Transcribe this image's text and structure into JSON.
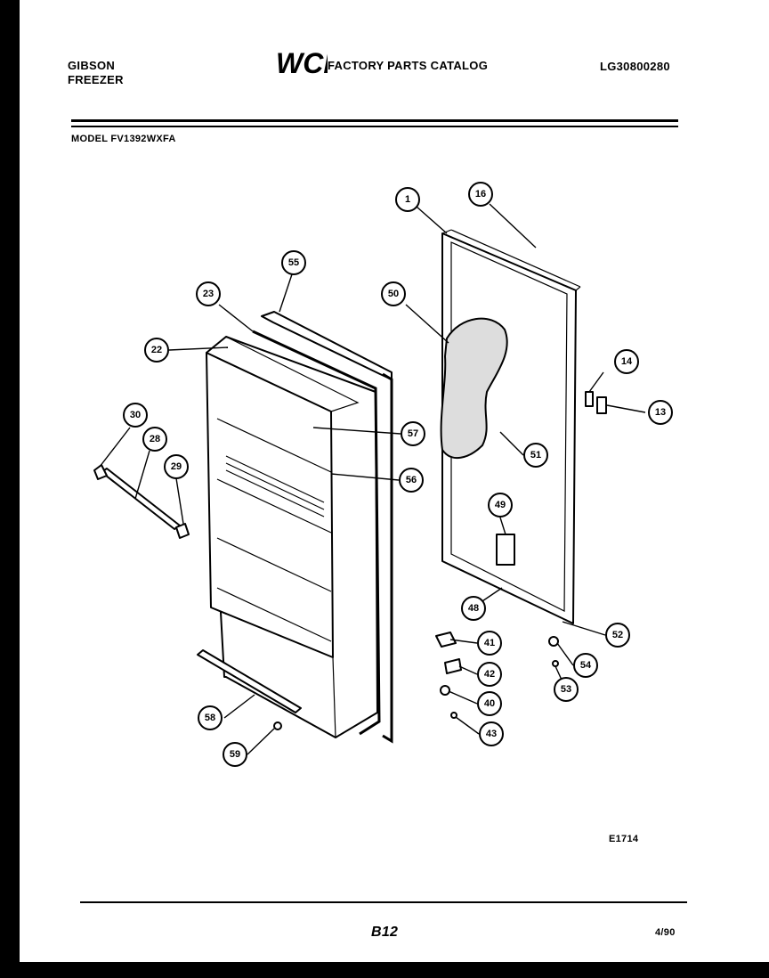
{
  "header": {
    "brand_line1": "GIBSON",
    "brand_line2": "FREEZER",
    "logo_text": "WCI",
    "catalog_title": "FACTORY PARTS CATALOG",
    "catalog_ref": "LG30800280"
  },
  "model_label": "MODEL FV1392WXFA",
  "figure_code": "E1714",
  "page_number": "B12",
  "date_code": "4/90",
  "callouts": [
    "1",
    "16",
    "55",
    "23",
    "50",
    "22",
    "14",
    "13",
    "30",
    "28",
    "29",
    "57",
    "51",
    "56",
    "49",
    "48",
    "41",
    "52",
    "42",
    "54",
    "40",
    "53",
    "43",
    "58",
    "59"
  ]
}
